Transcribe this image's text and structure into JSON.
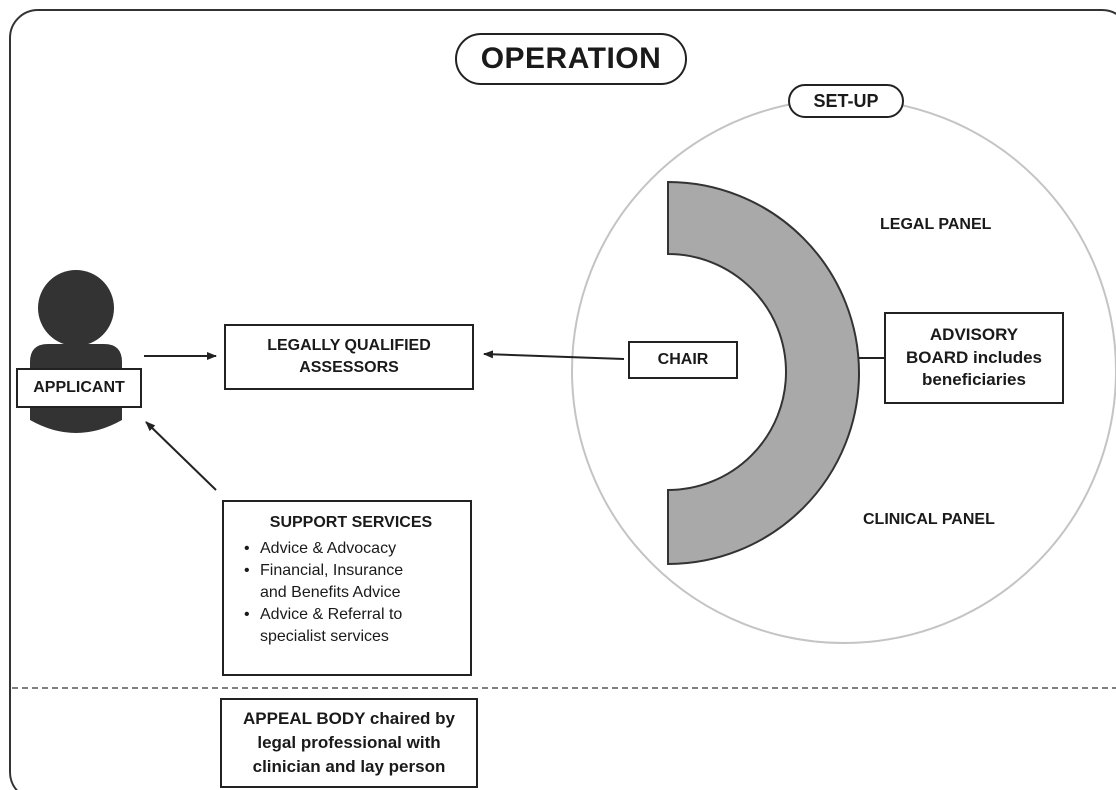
{
  "title": "OPERATION",
  "setup": {
    "label": "SET-UP",
    "legal_panel": "LEGAL PANEL",
    "clinical_panel": "CLINICAL PANEL",
    "chair": "CHAIR",
    "advisory_lines": [
      "ADVISORY",
      "BOARD includes",
      "beneficiaries"
    ]
  },
  "applicant": {
    "label": "APPLICANT"
  },
  "assessors": {
    "lines": [
      "LEGALLY QUALIFIED",
      "ASSESSORS"
    ]
  },
  "support_services": {
    "title": "SUPPORT SERVICES",
    "items": [
      {
        "lines": [
          "Advice & Advocacy"
        ]
      },
      {
        "lines": [
          "Financial, Insurance",
          "and Benefits Advice"
        ]
      },
      {
        "lines": [
          "Advice & Referral to",
          "specialist services"
        ]
      }
    ]
  },
  "appeal_body": {
    "lines": [
      "APPEAL BODY chaired by",
      "legal professional with",
      "clinician and lay person"
    ]
  },
  "colors": {
    "stroke": "#222222",
    "arc_fill": "#a9a9a9",
    "person": "#333333",
    "circle_stroke": "#c4c4c4",
    "divider": "#555555"
  }
}
